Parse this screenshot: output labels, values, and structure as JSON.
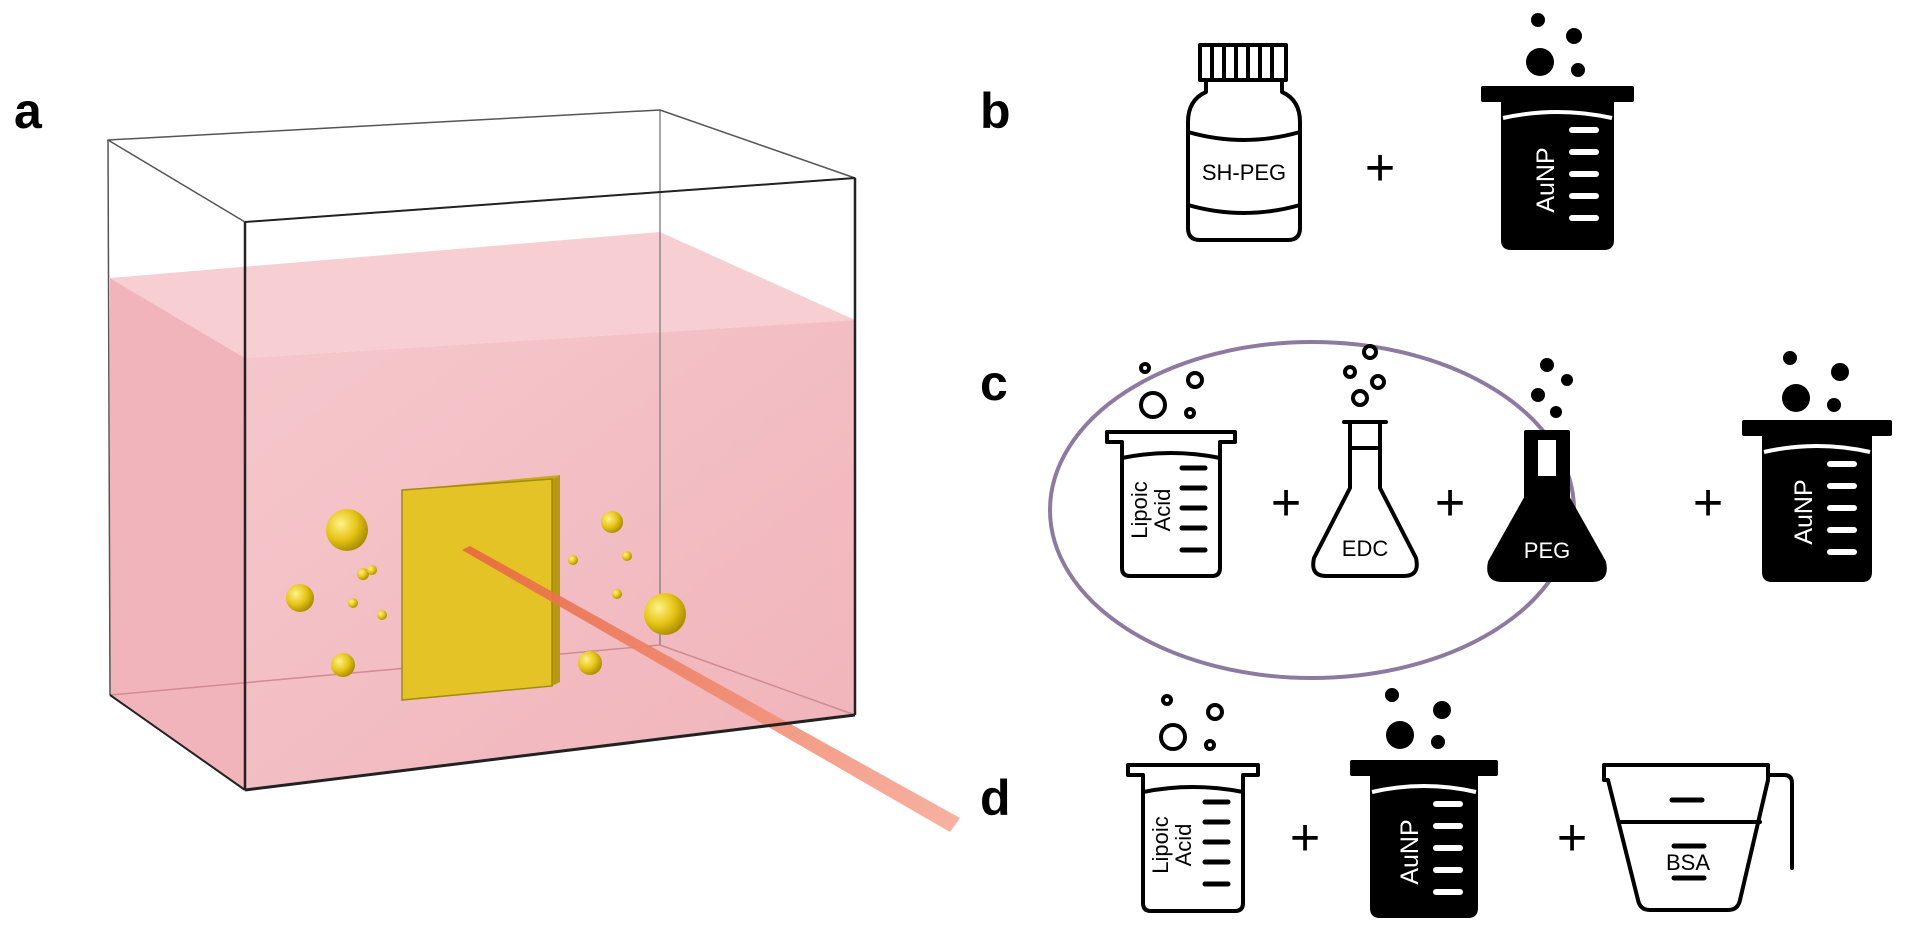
{
  "panels": {
    "a": {
      "letter": "a"
    },
    "b": {
      "letter": "b",
      "bottle_label": "SH-PEG",
      "plus": "+",
      "beaker_label": "AuNP"
    },
    "c": {
      "letter": "c",
      "beaker1_label_line1": "Lipoic",
      "beaker1_label_line2": "Acid",
      "plus1": "+",
      "flask1_label": "EDC",
      "plus2": "+",
      "flask2_label": "PEG",
      "plus3": "+",
      "beaker2_label": "AuNP"
    },
    "d": {
      "letter": "d",
      "beaker1_label_line1": "Lipoic",
      "beaker1_label_line2": "Acid",
      "plus1": "+",
      "beaker2_label": "AuNP",
      "plus2": "+",
      "cup_label": "BSA"
    }
  },
  "colors": {
    "liquid": "#f2b9bf",
    "electrode": "#e8c82a",
    "laser": "#f08a70",
    "ellipse": "#8e7aa0"
  }
}
